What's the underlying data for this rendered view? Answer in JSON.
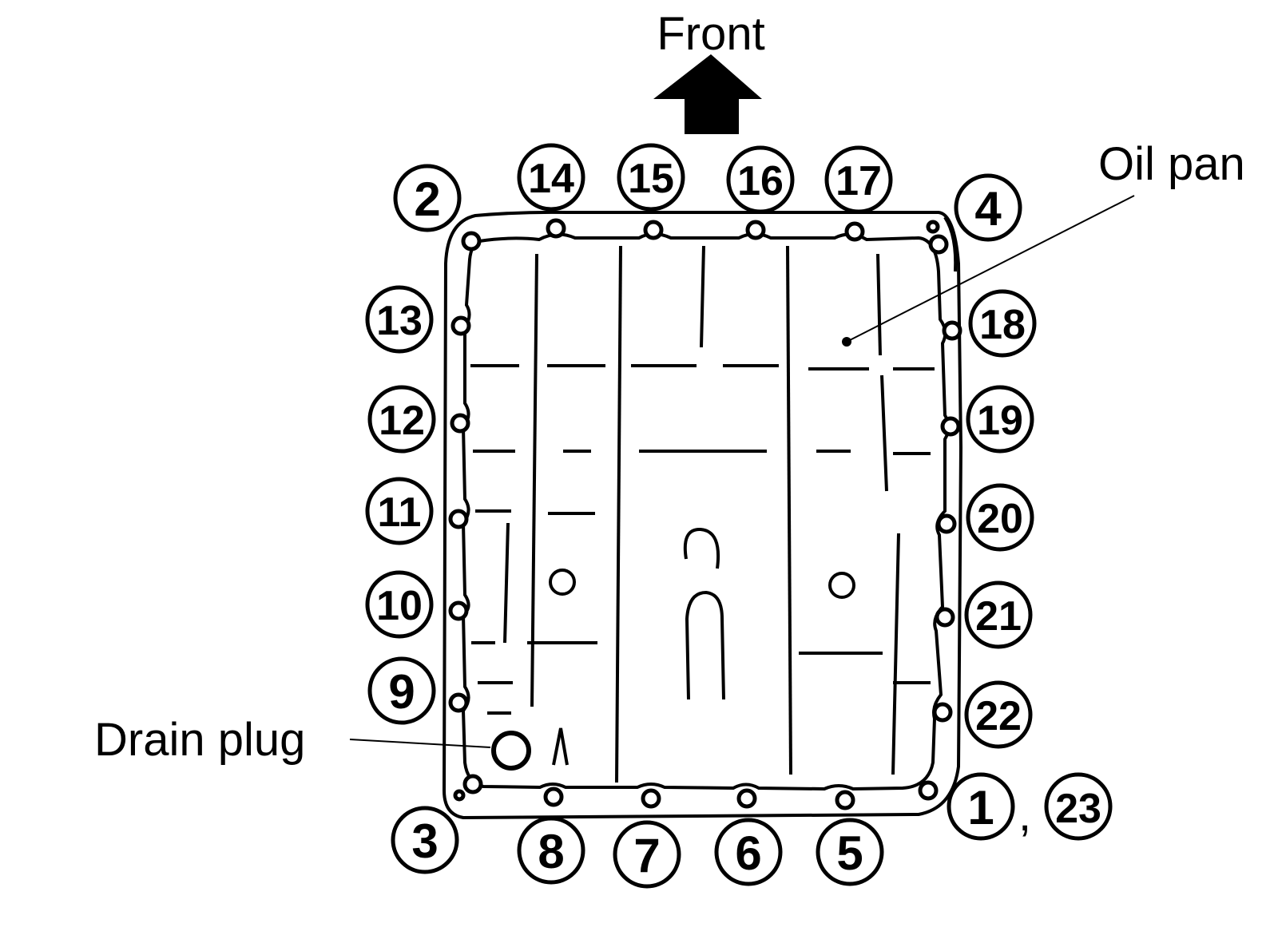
{
  "labels": {
    "front": "Front",
    "oil_pan": "Oil pan",
    "drain_plug": "Drain plug",
    "comma": ","
  },
  "bolt_numbers": [
    "1",
    "2",
    "3",
    "4",
    "5",
    "6",
    "7",
    "8",
    "9",
    "10",
    "11",
    "12",
    "13",
    "14",
    "15",
    "16",
    "17",
    "18",
    "19",
    "20",
    "21",
    "22",
    "23"
  ],
  "colors": {
    "ink": "#000000",
    "background": "#ffffff"
  }
}
